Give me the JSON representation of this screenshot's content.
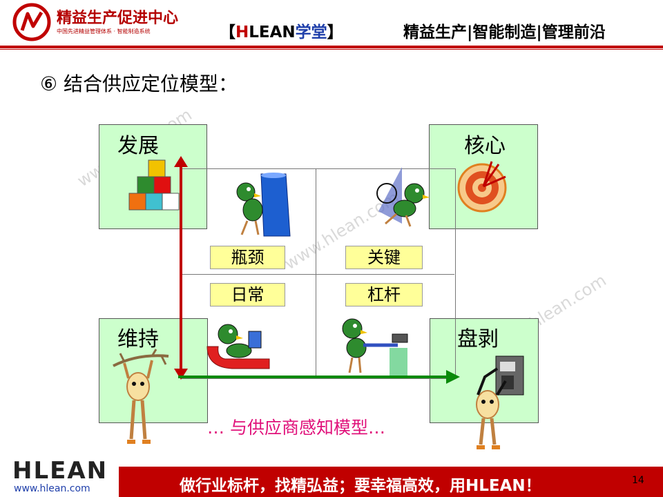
{
  "header": {
    "logo_name": "精益生产促进中心",
    "logo_sub": "中国先进精益管理体系 · 智能制造系统",
    "brand_open": "【",
    "brand_h": "H",
    "brand_lean": "LEAN",
    "brand_cn": "学堂",
    "brand_close": "】",
    "tagline": "精益生产|智能制造|管理前沿"
  },
  "title": "⑥  结合供应定位模型：",
  "quadrants": {
    "top_left": "发展",
    "top_right": "核心",
    "bottom_left": "维持",
    "bottom_right": "盘剥"
  },
  "tags": [
    "瓶颈",
    "关键",
    "日常",
    "杠杆"
  ],
  "subtitle": "… 与供应商感知模型…",
  "watermark": "www.hlean.com",
  "footer": {
    "slogan": "做行业标杆，找精弘益；要幸福高效，用HLEAN！",
    "page_number": "14",
    "logo": "HLEAN",
    "url": "www.hlean.com"
  },
  "colors": {
    "brand_red": "#c00000",
    "quadrant_fill": "#ccffcc",
    "tag_fill": "#ffff99",
    "arrow_red": "#c00000",
    "arrow_green": "#0a8a0a",
    "subtitle": "#e0107a"
  }
}
